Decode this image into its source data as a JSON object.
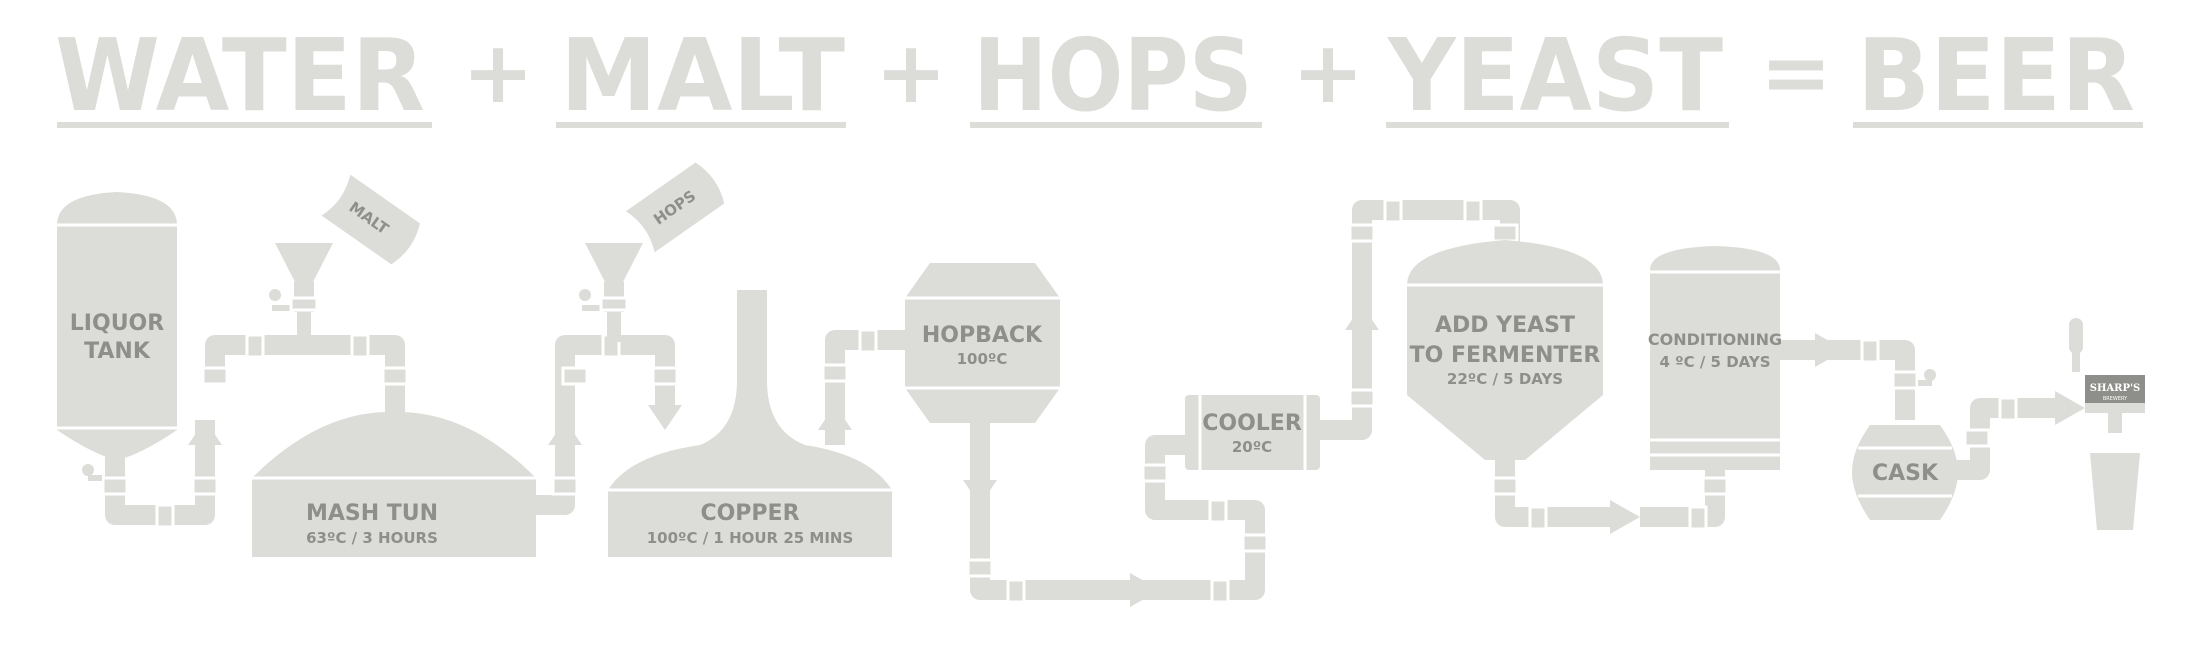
{
  "equation": {
    "water": "WATER",
    "plus1": "+",
    "malt": "MALT",
    "plus2": "+",
    "hops": "HOPS",
    "plus3": "+",
    "yeast": "YEAST",
    "equals": "=",
    "beer": "BEER"
  },
  "stages": {
    "liquor_tank": {
      "line1": "LIQUOR",
      "line2": "TANK"
    },
    "malt_bag": "MALT",
    "hops_bag": "HOPS",
    "mash_tun": {
      "title": "MASH TUN",
      "detail": "63ºC / 3 HOURS"
    },
    "copper": {
      "title": "COPPER",
      "detail": "100ºC / 1 HOUR 25 MINS"
    },
    "hopback": {
      "title": "HOPBACK",
      "detail": "100ºC"
    },
    "cooler": {
      "title": "COOLER",
      "detail": "20ºC"
    },
    "fermenter": {
      "line1": "ADD YEAST",
      "line2": "TO FERMENTER",
      "detail": "22ºC / 5 DAYS"
    },
    "conditioning": {
      "title": "CONDITIONING",
      "detail": "4 ºC / 5 DAYS"
    },
    "cask": "CASK",
    "tap_badge": {
      "brand": "SHARP'S",
      "sub": "BREWERY"
    }
  },
  "colors": {
    "shape_fill": "#dcdcd8",
    "label_text": "#8e8e8a",
    "background": "#ffffff",
    "badge_fill": "#8e8e8a"
  }
}
